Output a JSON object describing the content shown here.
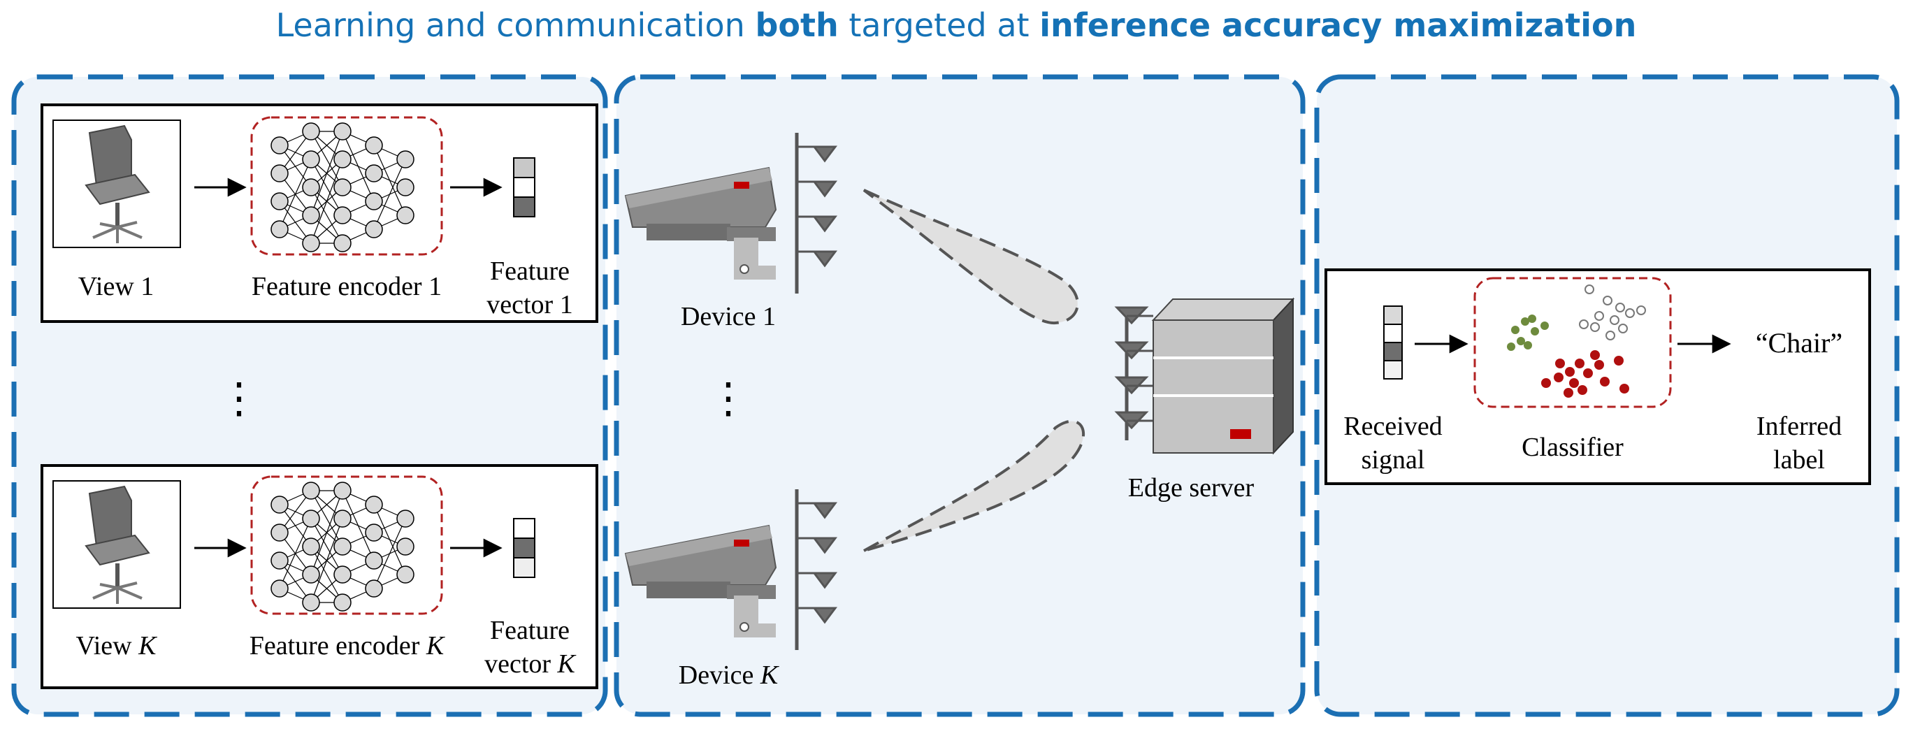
{
  "title": {
    "part1": "Learning and communication ",
    "part2": "both",
    "part3": " targeted at ",
    "part4": "inference accuracy maximization"
  },
  "colors": {
    "title_blue": "#1572b6",
    "panel_border": "#1b6fb3",
    "panel_fill": "#eef4fa",
    "encoder_dash": "#b22222",
    "device_gray": "#8a8a8a",
    "indicator_red": "#c00000",
    "cluster_green": "#6e8b3d",
    "cluster_red": "#b00f0f",
    "cluster_white": "#ffffff"
  },
  "left_panel": {
    "rows": [
      {
        "view_label": "View ",
        "view_index": "1",
        "encoder_label": "Feature encoder ",
        "encoder_index": "1",
        "vector_line1": "Feature",
        "vector_line2": "vector ",
        "vector_index": "1",
        "view_icon": "chair-image-icon",
        "vector_cells": [
          "#c8c8c8",
          "#ffffff",
          "#6e6e6e"
        ]
      },
      {
        "view_label": "View ",
        "view_index": "K",
        "encoder_label": "Feature encoder ",
        "encoder_index": "K",
        "vector_line1": "Feature",
        "vector_line2": "vector ",
        "vector_index": "K",
        "view_icon": "chair-image-icon",
        "vector_cells": [
          "#ffffff",
          "#6e6e6e",
          "#eeeeee"
        ]
      }
    ],
    "ellipsis": "⋮"
  },
  "middle_panel": {
    "devices": [
      {
        "label": "Device ",
        "index": "1",
        "icon": "camera-icon"
      },
      {
        "label": "Device ",
        "index": "K",
        "icon": "camera-icon"
      }
    ],
    "ellipsis": "⋮",
    "server_label": "Edge server",
    "server_icon": "server-icon",
    "beam_icon": "wireless-beam-icon"
  },
  "right_panel": {
    "received_line1": "Received",
    "received_line2": "signal",
    "received_cells": [
      "#d9d9d9",
      "#ffffff",
      "#6e6e6e",
      "#f2f2f2"
    ],
    "classifier_label": "Classifier",
    "output_label": "“Chair”",
    "inferred_line1": "Inferred",
    "inferred_line2": "label"
  }
}
